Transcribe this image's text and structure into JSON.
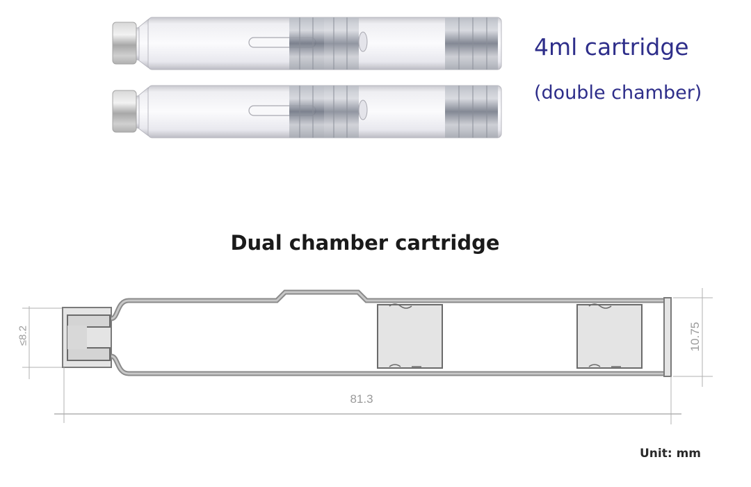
{
  "product": {
    "heading": "4ml cartridge",
    "subheading": "(double chamber)",
    "heading_color": "#2e2e8a",
    "image_count": 2
  },
  "diagram": {
    "title": "Dual chamber cartridge",
    "dimensions": {
      "diameter_label": "≤8.2",
      "outer_diameter_label": "10.75",
      "length_label": "81.3"
    },
    "unit_label": "Unit: mm"
  }
}
